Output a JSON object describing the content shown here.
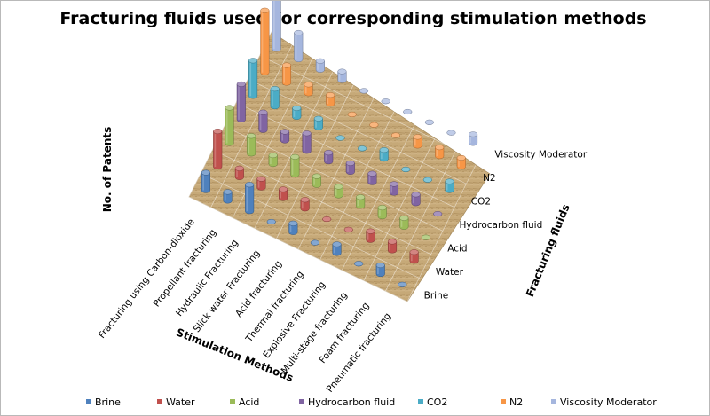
{
  "chart_data": {
    "type": "bar",
    "subtype": "3d-column-cylinder",
    "title": "Fracturing fluids used for corresponding stimulation methods",
    "xlabel": "Stimulation Methods",
    "ylabel": "No. of Patents",
    "zlabel": "Fracturing fluids",
    "categories": [
      "Fracturing using Carbon-dioxide",
      "Propellant fracturing",
      "Hydraulic Fracturing",
      "Slick water Fracturing",
      "Acid fracturing",
      "Thermal fracturing",
      "Explosive Fracturing",
      "Multi-stage fracturing",
      "Foam fracturing",
      "Pneumatic fracturing"
    ],
    "series": [
      {
        "name": "Brine",
        "color": "#4F81BD",
        "values": [
          2,
          1,
          3,
          0,
          1,
          0,
          1,
          0,
          1,
          0
        ]
      },
      {
        "name": "Water",
        "color": "#C0504D",
        "values": [
          4,
          1,
          1,
          1,
          1,
          0,
          0,
          1,
          1,
          1
        ]
      },
      {
        "name": "Acid",
        "color": "#9BBB59",
        "values": [
          4,
          2,
          1,
          2,
          1,
          1,
          1,
          1,
          1,
          0
        ]
      },
      {
        "name": "Hydrocarbon fluid",
        "color": "#8064A2",
        "values": [
          4,
          2,
          1,
          2,
          1,
          1,
          1,
          1,
          1,
          0
        ]
      },
      {
        "name": "CO2",
        "color": "#4BACC6",
        "values": [
          4,
          2,
          1,
          1,
          0,
          0,
          1,
          0,
          0,
          1
        ]
      },
      {
        "name": "N2",
        "color": "#F79646",
        "values": [
          7,
          2,
          1,
          1,
          0,
          0,
          0,
          1,
          1,
          1
        ]
      },
      {
        "name": "Viscosity Moderator",
        "color": "#A5B6DE",
        "values": [
          7,
          3,
          1,
          1,
          0,
          0,
          0,
          0,
          0,
          1
        ]
      }
    ],
    "legend_position": "bottom",
    "gridlines": true
  }
}
